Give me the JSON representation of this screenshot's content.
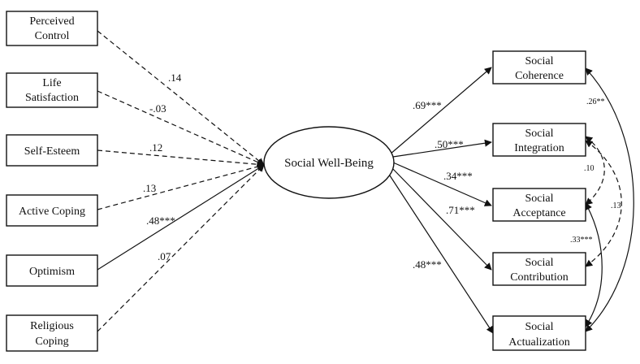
{
  "predictors": [
    {
      "lines": [
        "Perceived",
        "Control"
      ],
      "coef": ".14"
    },
    {
      "lines": [
        "Life",
        "Satisfaction"
      ],
      "coef": "-.03"
    },
    {
      "lines": [
        "Self-Esteem"
      ],
      "coef": ".12"
    },
    {
      "lines": [
        "Active Coping"
      ],
      "coef": ".13"
    },
    {
      "lines": [
        "Optimism"
      ],
      "coef": ".48***"
    },
    {
      "lines": [
        "Religious",
        "Coping"
      ],
      "coef": ".07"
    }
  ],
  "central": {
    "label": "Social Well-Being"
  },
  "outcomes": [
    {
      "lines": [
        "Social",
        "Coherence"
      ],
      "coef": ".69***"
    },
    {
      "lines": [
        "Social",
        "Integration"
      ],
      "coef": ".50***"
    },
    {
      "lines": [
        "Social",
        "Acceptance"
      ],
      "coef": ".34***"
    },
    {
      "lines": [
        "Social",
        "Contribution"
      ],
      "coef": ".71***"
    },
    {
      "lines": [
        "Social",
        "Actualization"
      ],
      "coef": ".48***"
    }
  ],
  "covariances": [
    {
      "from": "Social Coherence",
      "to": "Social Actualization",
      "coef": ".26**",
      "style": "solid"
    },
    {
      "from": "Social Integration",
      "to": "Social Acceptance",
      "coef": ".10",
      "style": "dashed"
    },
    {
      "from": "Social Integration",
      "to": "Social Contribution",
      "coef": ".13",
      "style": "dashed"
    },
    {
      "from": "Social Acceptance",
      "to": "Social Actualization",
      "coef": ".33***",
      "style": "solid"
    }
  ]
}
